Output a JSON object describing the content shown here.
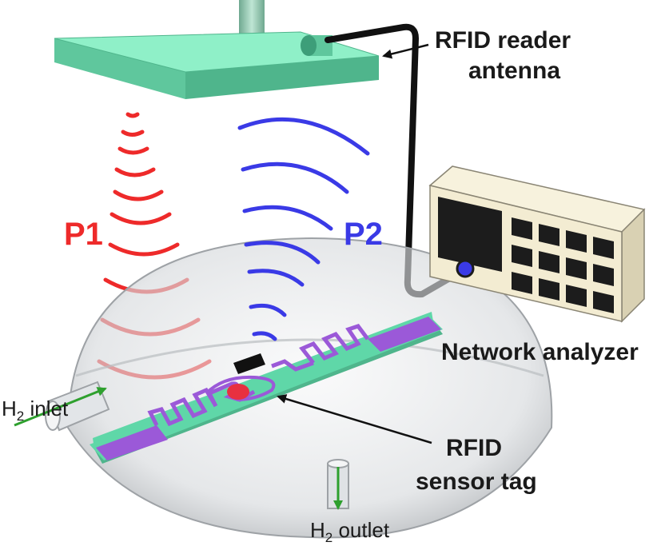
{
  "labels": {
    "reader_line1": "RFID reader",
    "reader_line2": "antenna",
    "analyzer": "Network analyzer",
    "tag_line1": "RFID",
    "tag_line2": "sensor tag",
    "p1": "P1",
    "p2": "P2",
    "inlet_prefix": "H",
    "inlet_sub": "2",
    "inlet_suffix": " inlet",
    "outlet_prefix": "H",
    "outlet_sub": "2",
    "outlet_suffix": " outlet"
  },
  "colors": {
    "antenna": "#6fe0b0",
    "wave_p1": "#ee2a2a",
    "wave_p2": "#3a3ae6",
    "dome": "#c8cccf",
    "tag_substrate": "#5fd7a8",
    "tag_pattern": "#9b59d8",
    "analyzer_body": "#f3ecd2",
    "analyzer_screen": "#1c1c1c",
    "arrow_gas": "#2ea02e",
    "sensing_dot": "#e83040"
  }
}
